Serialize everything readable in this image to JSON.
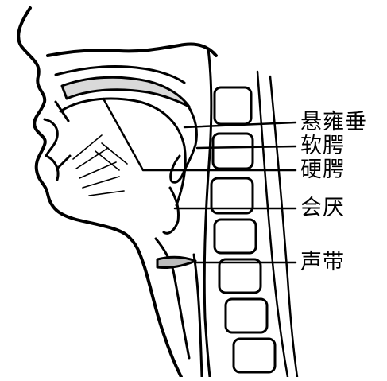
{
  "labels": {
    "uvula": "悬雍垂",
    "soft_palate": "软腭",
    "hard_palate": "硬腭",
    "epiglottis": "会厌",
    "vocal_cords": "声带"
  },
  "colors": {
    "ink": "#000000",
    "paper": "#ffffff"
  }
}
